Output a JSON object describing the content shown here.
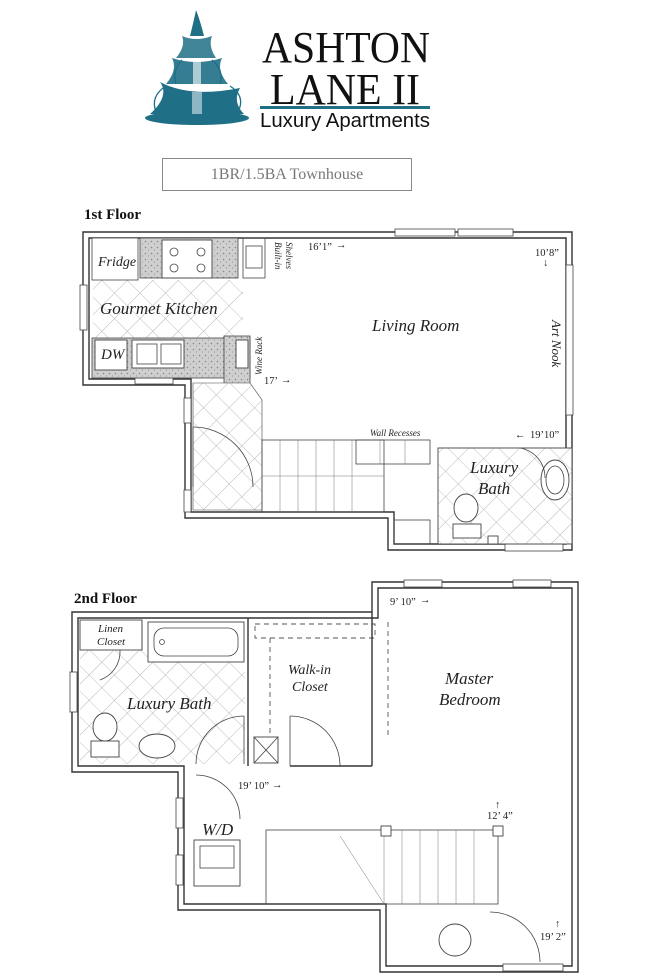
{
  "logo": {
    "line1": "ASHTON",
    "line2": "LANE II",
    "tagline": "Luxury Apartments"
  },
  "unit_type": "1BR/1.5BA Townhouse",
  "floor1": {
    "heading": "1st Floor",
    "rooms": {
      "fridge": "Fridge",
      "kitchen": "Gourmet Kitchen",
      "dw": "DW",
      "living": "Living Room",
      "art_nook": "Art Nook",
      "bath_line1": "Luxury",
      "bath_line2": "Bath",
      "builtin_line1": "Built-in",
      "builtin_line2": "Shelves",
      "wine_rack": "Wine Rack",
      "wall_recesses": "Wall Recesses"
    },
    "dimensions": {
      "living_width": "16’1”",
      "nook_depth": "10’8”",
      "kitchen_length": "17’",
      "living_length": "19’10”"
    }
  },
  "floor2": {
    "heading": "2nd Floor",
    "rooms": {
      "linen_line1": "Linen",
      "linen_line2": "Closet",
      "bath": "Luxury Bath",
      "walkin_line1": "Walk-in",
      "walkin_line2": "Closet",
      "master_line1": "Master",
      "master_line2": "Bedroom",
      "wd": "W/D"
    },
    "dimensions": {
      "bedroom_width": "9’ 10”",
      "hall_length": "19’ 10”",
      "bedroom_depth": "12’ 4”",
      "bedroom_length": "19’ 2”"
    }
  }
}
